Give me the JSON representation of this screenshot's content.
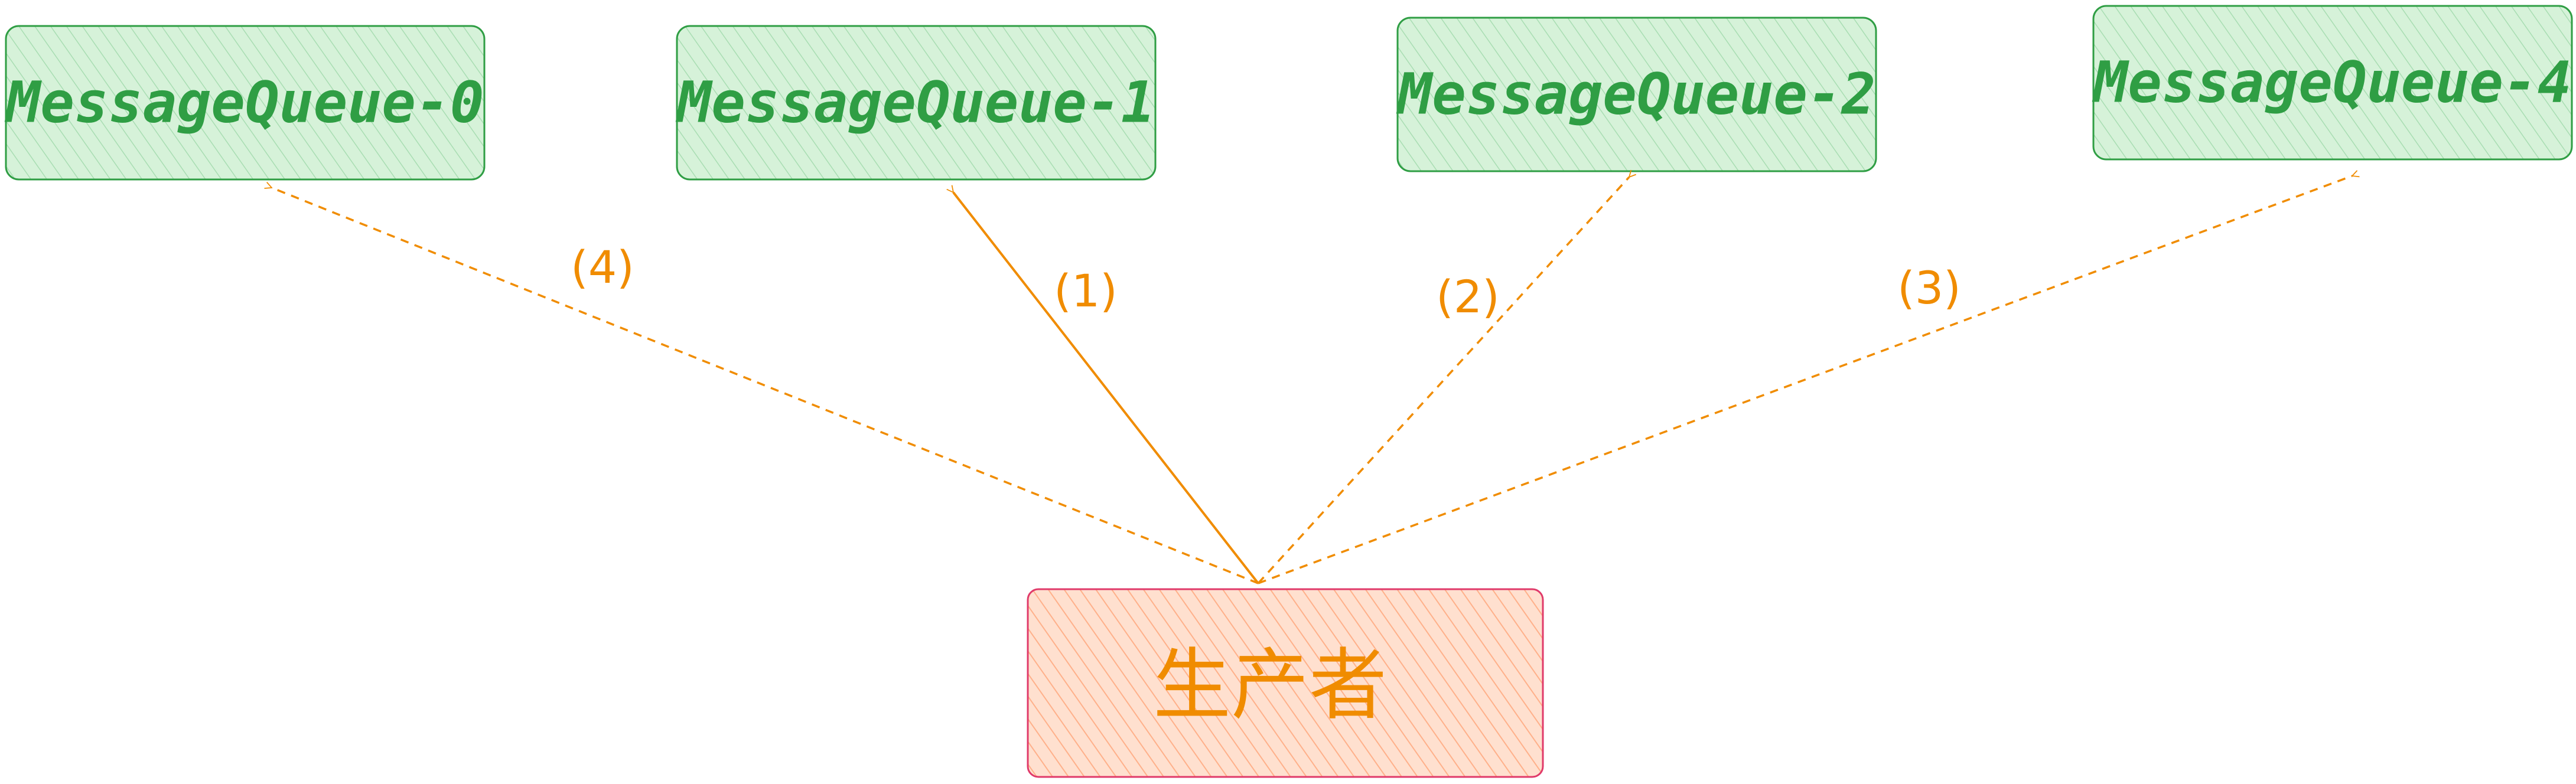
{
  "colors": {
    "queue_fill": "#d6f2d9",
    "queue_stroke": "#2f9e44",
    "queue_text": "#2f9e44",
    "producer_fill": "#ffd8c2",
    "producer_stroke": "#e03a6a",
    "producer_text": "#f08c00",
    "arrow": "#f08c00",
    "hatch_green": "#9bd9a5",
    "hatch_orange": "#ffb38f"
  },
  "queues": [
    {
      "label": "MessageQueue-0"
    },
    {
      "label": "MessageQueue-1"
    },
    {
      "label": "MessageQueue-2"
    },
    {
      "label": "MessageQueue-4"
    }
  ],
  "producer": {
    "label": "生产者"
  },
  "arrows": [
    {
      "from": "producer",
      "to": "MessageQueue-1",
      "label": "(1)",
      "style": "solid"
    },
    {
      "from": "producer",
      "to": "MessageQueue-2",
      "label": "(2)",
      "style": "dashed"
    },
    {
      "from": "producer",
      "to": "MessageQueue-4",
      "label": "(3)",
      "style": "dashed"
    },
    {
      "from": "producer",
      "to": "MessageQueue-0",
      "label": "(4)",
      "style": "dashed"
    }
  ]
}
